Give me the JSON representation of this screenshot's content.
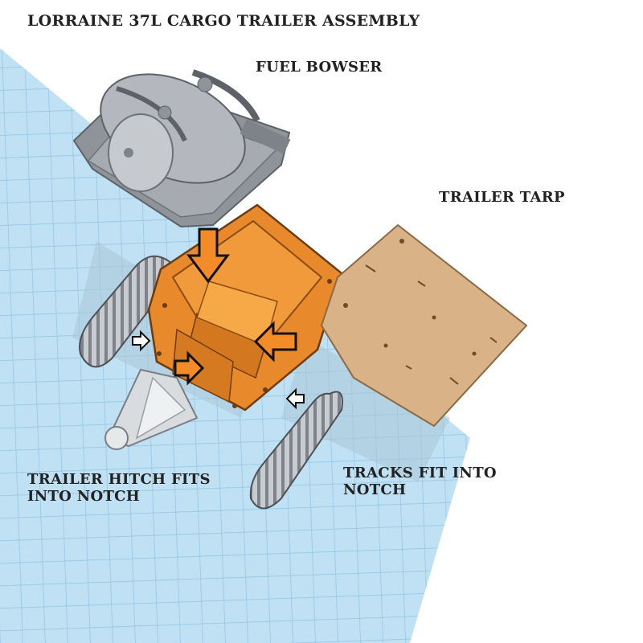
{
  "title": "LORRAINE 37L CARGO TRAILER ASSEMBLY",
  "labels": {
    "fuel_bowser": "FUEL BOWSER",
    "trailer_tarp": "TRAILER TARP",
    "hitch_line1": "TRAILER HITCH FITS",
    "hitch_line2": "INTO NOTCH",
    "tracks_line1": "TRACKS FIT INTO",
    "tracks_line2": "NOTCH"
  },
  "colors": {
    "grid_plane": "#bfe1f3",
    "grid_line": "#8fc4e2",
    "trailer_body": "#e8892c",
    "bowser_grey": "#8f939a",
    "tarp": "#d9b387",
    "tracks_grey": "#c8cbd0",
    "arrow_outline": "#111111"
  }
}
